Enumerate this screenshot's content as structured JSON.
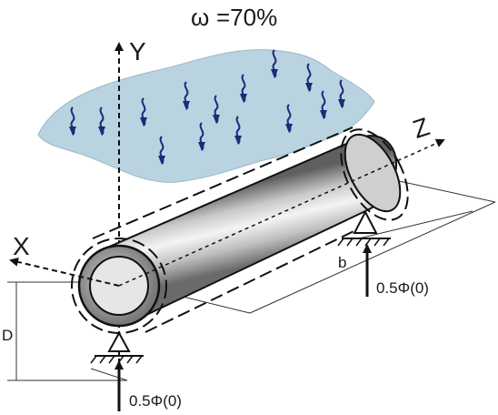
{
  "humidity": {
    "symbol": "ω",
    "label": "=70%"
  },
  "axes": {
    "y": "Y",
    "x": "X",
    "z": "Z"
  },
  "dimensions": {
    "diameter": "D",
    "span": "b"
  },
  "loads": {
    "left": "0.5Φ(0)",
    "right": "0.5Φ(0)"
  },
  "colors": {
    "moisture_cloud": "#b9d3e0",
    "droplet_arrow": "#1c2a78",
    "tube_light": "#f2f2f2",
    "tube_dark": "#5e5e5e",
    "outline": "#111111"
  },
  "icons": {
    "droplet": "wavy-arrow-down",
    "support": "pin-support-triangle"
  }
}
